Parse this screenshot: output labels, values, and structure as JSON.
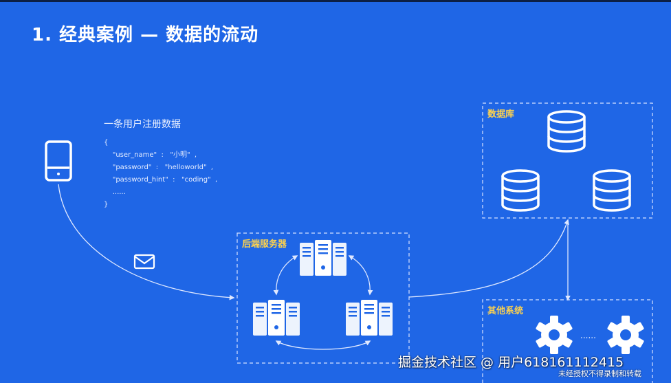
{
  "slide": {
    "title": "1. 经典案例 — 数据的流动"
  },
  "payload": {
    "title": "一条用户注册数据",
    "lines": [
      "{",
      "    \"user_name\"  :   \"小明\"  ,",
      "    \"password\"  :   \"helloworld\"  ,",
      "    \"password_hint\"  :   \"coding\"  ,",
      "    ......",
      "}"
    ]
  },
  "boxes": {
    "backend": {
      "label": "后端服务器"
    },
    "database": {
      "label": "数据库"
    },
    "other": {
      "label": "其他系统"
    }
  },
  "ellipsis": "......",
  "watermark": {
    "main": "掘金技术社区 @ 用户618161112415",
    "sub": "未经授权不得录制和转载"
  },
  "colors": {
    "background": "#1f66e6",
    "label": "#ffd34d",
    "icon": "#ffffff"
  },
  "icons": {
    "device": "smartphone-icon",
    "message": "envelope-icon",
    "server": "server-icon",
    "database": "database-icon",
    "system": "gear-icon"
  }
}
